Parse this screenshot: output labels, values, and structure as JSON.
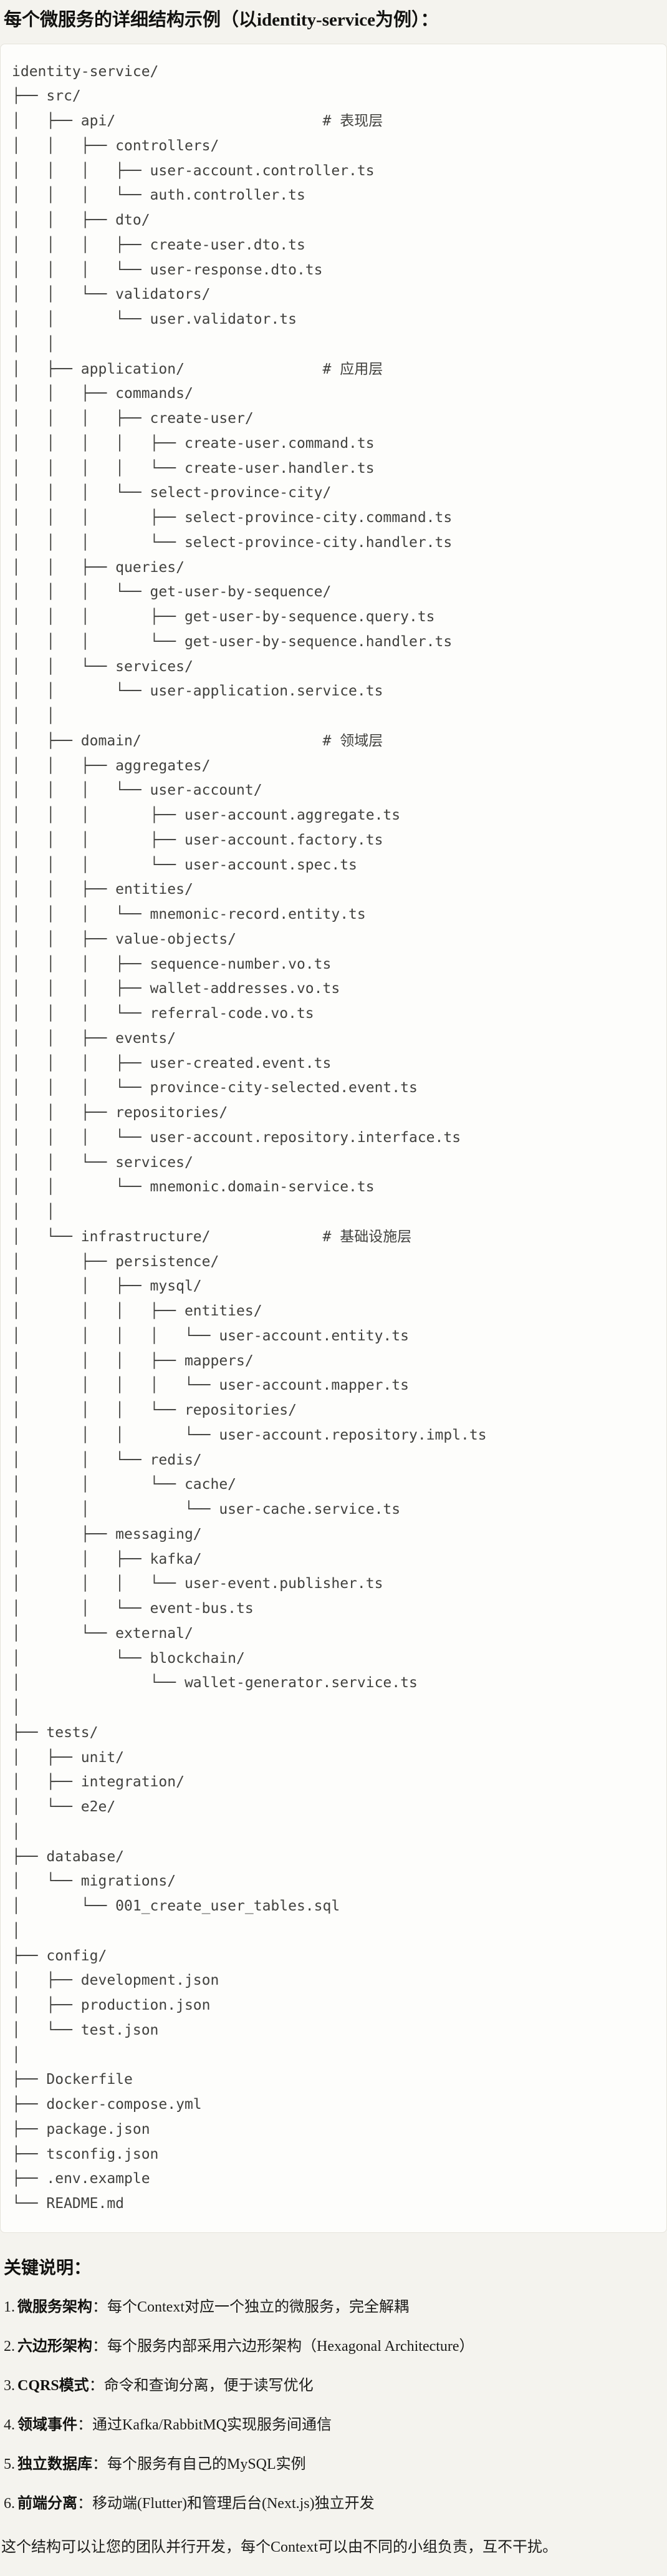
{
  "page": {
    "title": "每个微服务的详细结构示例（以identity-service为例）："
  },
  "colors": {
    "page_bg": "#F4F3EE",
    "code_block_bg": "#FDFDFB",
    "code_block_border": "#E5E3DB",
    "code_text": "#41413E",
    "body_text": "#1C1C1A"
  },
  "tree": {
    "root": "identity-service/",
    "lines": [
      "identity-service/",
      "├── src/",
      "│   ├── api/                        # 表现层",
      "│   │   ├── controllers/",
      "│   │   │   ├── user-account.controller.ts",
      "│   │   │   └── auth.controller.ts",
      "│   │   ├── dto/",
      "│   │   │   ├── create-user.dto.ts",
      "│   │   │   └── user-response.dto.ts",
      "│   │   └── validators/",
      "│   │       └── user.validator.ts",
      "│   │",
      "│   ├── application/                # 应用层",
      "│   │   ├── commands/",
      "│   │   │   ├── create-user/",
      "│   │   │   │   ├── create-user.command.ts",
      "│   │   │   │   └── create-user.handler.ts",
      "│   │   │   └── select-province-city/",
      "│   │   │       ├── select-province-city.command.ts",
      "│   │   │       └── select-province-city.handler.ts",
      "│   │   ├── queries/",
      "│   │   │   └── get-user-by-sequence/",
      "│   │   │       ├── get-user-by-sequence.query.ts",
      "│   │   │       └── get-user-by-sequence.handler.ts",
      "│   │   └── services/",
      "│   │       └── user-application.service.ts",
      "│   │",
      "│   ├── domain/                     # 领域层",
      "│   │   ├── aggregates/",
      "│   │   │   └── user-account/",
      "│   │   │       ├── user-account.aggregate.ts",
      "│   │   │       ├── user-account.factory.ts",
      "│   │   │       └── user-account.spec.ts",
      "│   │   ├── entities/",
      "│   │   │   └── mnemonic-record.entity.ts",
      "│   │   ├── value-objects/",
      "│   │   │   ├── sequence-number.vo.ts",
      "│   │   │   ├── wallet-addresses.vo.ts",
      "│   │   │   └── referral-code.vo.ts",
      "│   │   ├── events/",
      "│   │   │   ├── user-created.event.ts",
      "│   │   │   └── province-city-selected.event.ts",
      "│   │   ├── repositories/",
      "│   │   │   └── user-account.repository.interface.ts",
      "│   │   └── services/",
      "│   │       └── mnemonic.domain-service.ts",
      "│   │",
      "│   └── infrastructure/             # 基础设施层",
      "│       ├── persistence/",
      "│       │   ├── mysql/",
      "│       │   │   ├── entities/",
      "│       │   │   │   └── user-account.entity.ts",
      "│       │   │   ├── mappers/",
      "│       │   │   │   └── user-account.mapper.ts",
      "│       │   │   └── repositories/",
      "│       │   │       └── user-account.repository.impl.ts",
      "│       │   └── redis/",
      "│       │       └── cache/",
      "│       │           └── user-cache.service.ts",
      "│       ├── messaging/",
      "│       │   ├── kafka/",
      "│       │   │   └── user-event.publisher.ts",
      "│       │   └── event-bus.ts",
      "│       └── external/",
      "│           └── blockchain/",
      "│               └── wallet-generator.service.ts",
      "│",
      "├── tests/",
      "│   ├── unit/",
      "│   ├── integration/",
      "│   └── e2e/",
      "│",
      "├── database/",
      "│   └── migrations/",
      "│       └── 001_create_user_tables.sql",
      "│",
      "├── config/",
      "│   ├── development.json",
      "│   ├── production.json",
      "│   └── test.json",
      "│",
      "├── Dockerfile",
      "├── docker-compose.yml",
      "├── package.json",
      "├── tsconfig.json",
      "├── .env.example",
      "└── README.md"
    ]
  },
  "notes": {
    "heading": "关键说明：",
    "items": [
      {
        "num": "1.",
        "term": "微服务架构",
        "sep": "：",
        "desc": "每个Context对应一个独立的微服务，完全解耦"
      },
      {
        "num": "2.",
        "term": "六边形架构",
        "sep": "：",
        "desc": "每个服务内部采用六边形架构（Hexagonal Architecture）"
      },
      {
        "num": "3.",
        "term": "CQRS模式",
        "sep": "：",
        "desc": "命令和查询分离，便于读写优化"
      },
      {
        "num": "4.",
        "term": "领域事件",
        "sep": "：",
        "desc": "通过Kafka/RabbitMQ实现服务间通信"
      },
      {
        "num": "5.",
        "term": "独立数据库",
        "sep": "：",
        "desc": "每个服务有自己的MySQL实例"
      },
      {
        "num": "6.",
        "term": "前端分离",
        "sep": "：",
        "desc": "移动端(Flutter)和管理后台(Next.js)独立开发"
      }
    ],
    "footer": "这个结构可以让您的团队并行开发，每个Context可以由不同的小组负责，互不干扰。"
  }
}
